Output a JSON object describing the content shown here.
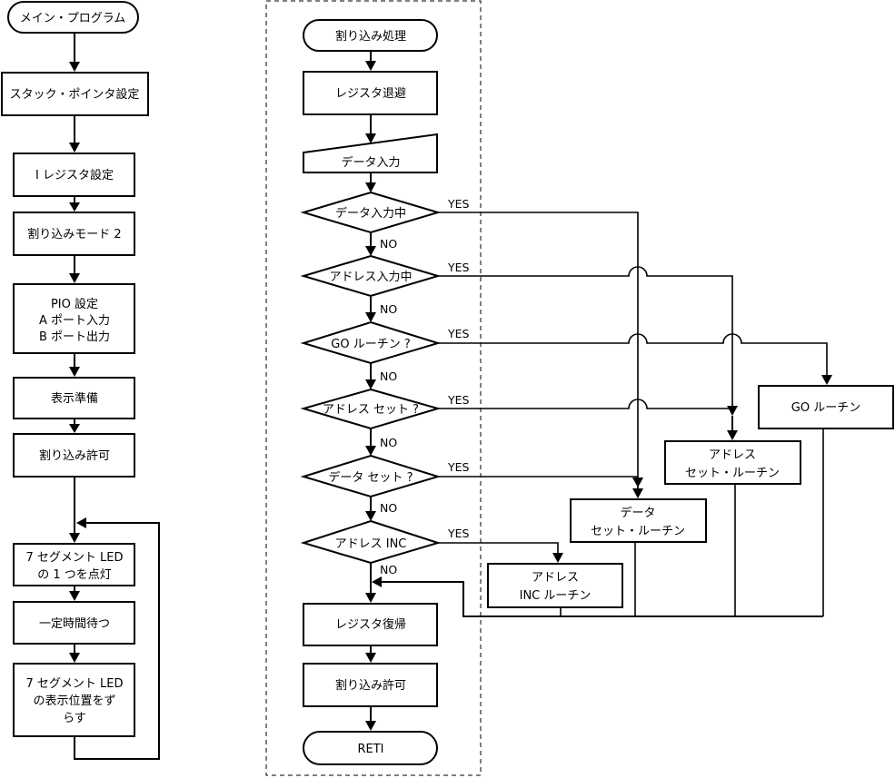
{
  "main_program": {
    "start": "メイン・プログラム",
    "steps": [
      "スタック・ポインタ設定",
      "I レジスタ設定",
      "割り込みモード 2",
      [
        "PIO 設定",
        "A ポート入力",
        "B ポート出力"
      ],
      "表示準備",
      "割り込み許可",
      [
        "7 セグメント LED",
        "の 1 つを点灯"
      ],
      "一定時間待つ",
      [
        "7 セグメント LED",
        "の表示位置をず",
        "らす"
      ]
    ]
  },
  "interrupt": {
    "start": "割り込み処理",
    "save": "レジスタ退避",
    "input": "データ入力",
    "decisions": [
      "データ入力中",
      "アドレス入力中",
      "GO ルーチン ?",
      "アドレス セット ?",
      "データ セット ?",
      "アドレス INC"
    ],
    "restore": "レジスタ復帰",
    "enable": "割り込み許可",
    "end": "RETI",
    "yes_label": "YES",
    "no_label": "NO"
  },
  "routines": {
    "go": "GO ルーチン",
    "address_set": [
      "アドレス",
      "セット・ルーチン"
    ],
    "data_set": [
      "データ",
      "セット・ルーチン"
    ],
    "address_inc": [
      "アドレス",
      "INC ルーチン"
    ]
  }
}
